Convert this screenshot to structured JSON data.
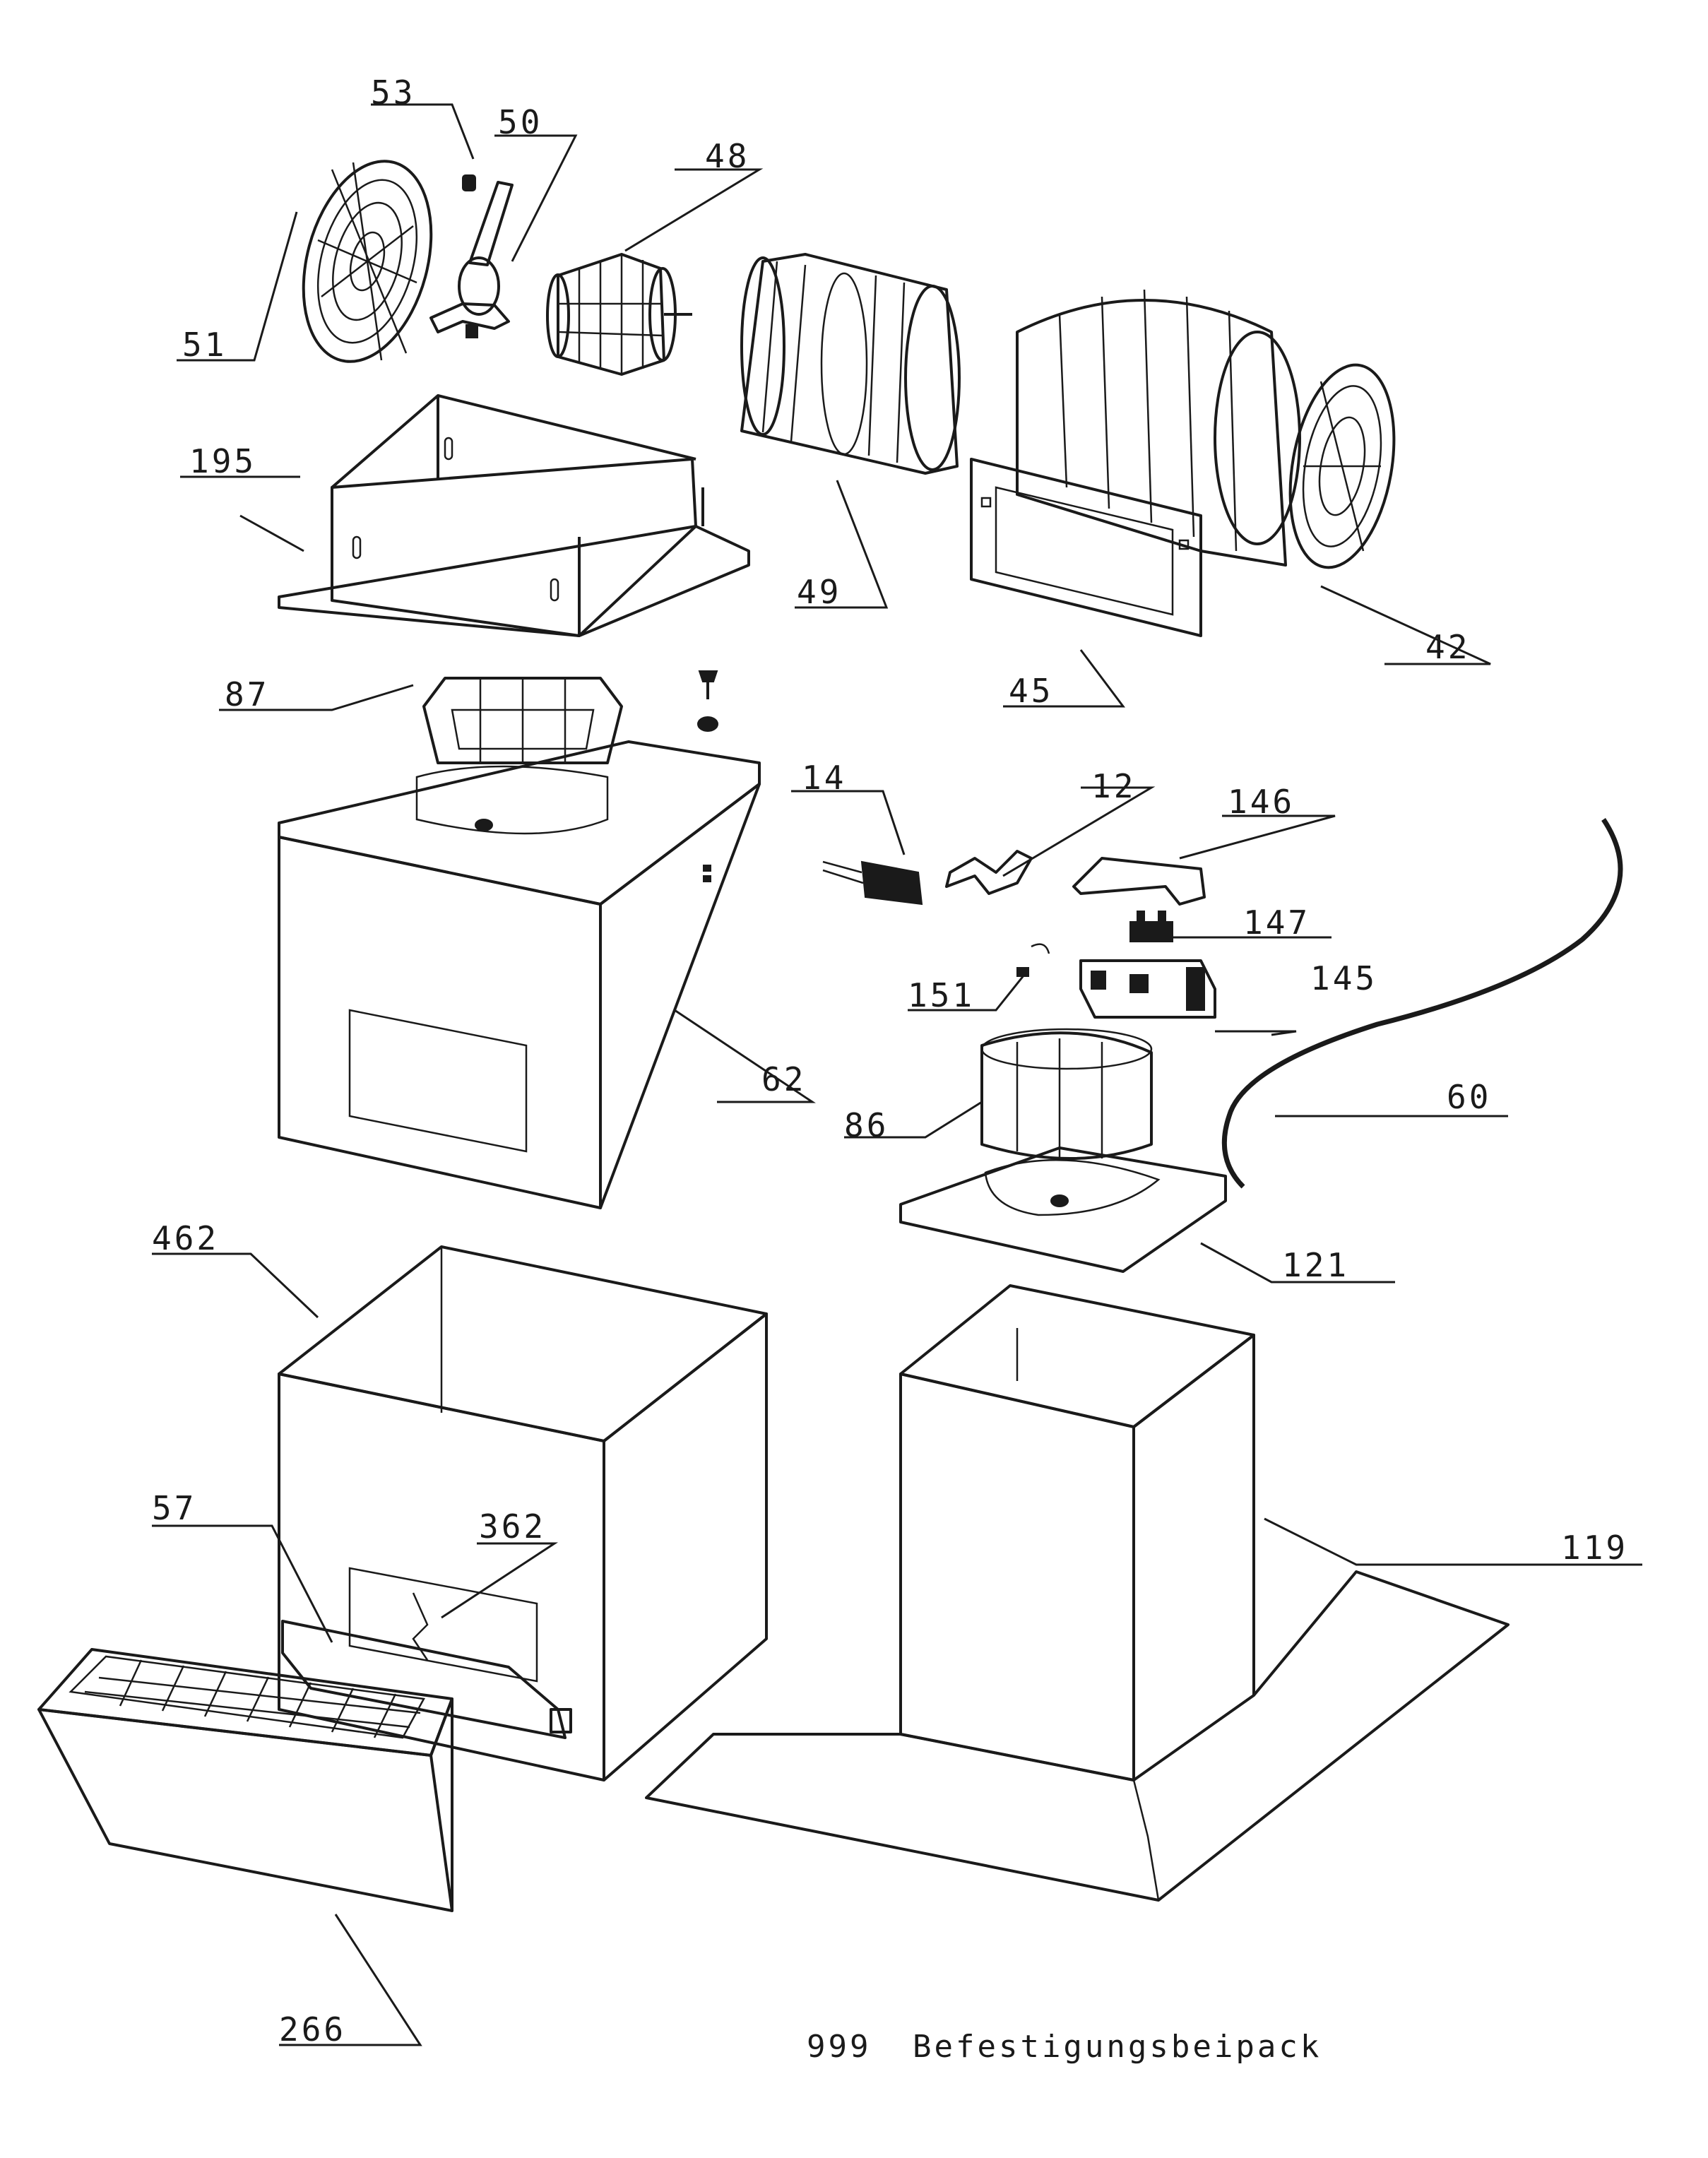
{
  "labels": {
    "p53": "53",
    "p50": "50",
    "p48": "48",
    "p51": "51",
    "p195": "195",
    "p49": "49",
    "p42": "42",
    "p45": "45",
    "p87": "87",
    "p14": "14",
    "p12": "12",
    "p146": "146",
    "p147": "147",
    "p151": "151",
    "p145": "145",
    "p62": "62",
    "p60": "60",
    "p86": "86",
    "p121": "121",
    "p462": "462",
    "p57": "57",
    "p362": "362",
    "p119": "119",
    "p266": "266"
  },
  "footer": {
    "code": "999",
    "text": "Befestigungsbeipack"
  }
}
